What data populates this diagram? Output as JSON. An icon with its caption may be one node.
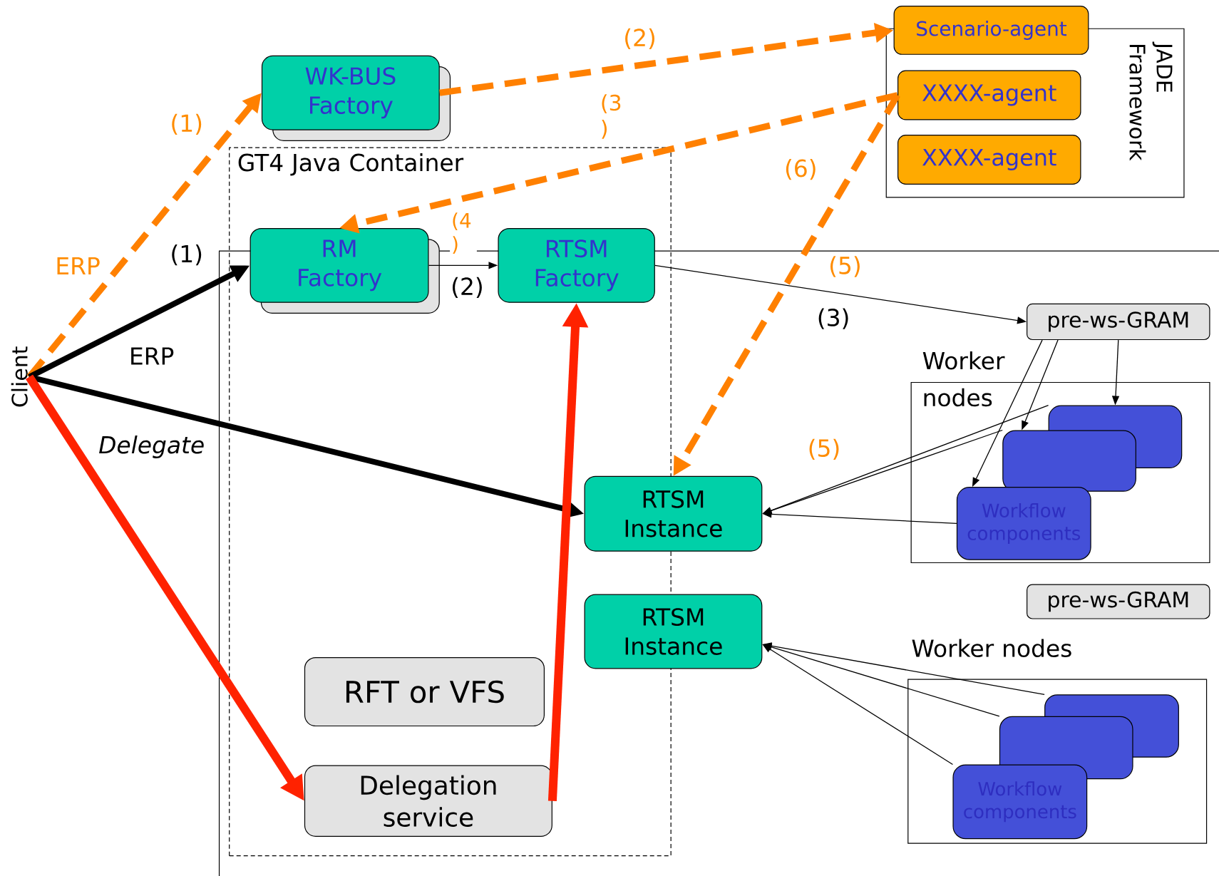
{
  "diagram": {
    "nodes": [
      {
        "text": [
          "Client"
        ]
      },
      {
        "text": [
          "JADE Framework"
        ]
      },
      {
        "text": [
          "Scenario-agent"
        ]
      },
      {
        "text": [
          "XXXX-agent"
        ],
        "in": 1
      },
      {
        "text": [
          "XXXX-agent"
        ],
        "in": 1
      },
      {
        "text": [
          "WK-BUS Factory"
        ]
      },
      {
        "text": [
          "GT4 Java Container"
        ]
      },
      {
        "text": [
          "RM Factory"
        ],
        "in": 6
      },
      {
        "text": [
          "RTSM Factory"
        ],
        "in": 6
      },
      {
        "text": [
          "RTSM Instance"
        ]
      },
      {
        "text": [
          "RTSM Instance"
        ]
      },
      {
        "text": [
          "RFT or VFS"
        ],
        "in": 6
      },
      {
        "text": [
          "Delegation service"
        ],
        "in": 6
      },
      {
        "text": [
          "pre-ws-GRAM"
        ]
      },
      {
        "text": [
          "Worker nodes"
        ]
      },
      {
        "text": [],
        "shape": "box",
        "in": 14
      },
      {
        "text": [],
        "shape": "box",
        "in": 14
      },
      {
        "text": [
          "Workflow components"
        ],
        "in": 14
      },
      {
        "text": [
          "pre-ws-GRAM"
        ]
      },
      {
        "text": [
          "Worker nodes"
        ]
      },
      {
        "text": [],
        "shape": "box",
        "in": 19
      },
      {
        "text": [],
        "shape": "box",
        "in": 19
      },
      {
        "text": [
          "Workflow components"
        ],
        "in": 19
      }
    ],
    "edges": [
      {
        "from": 0,
        "to": 5,
        "arrow": "to",
        "label": "(1)",
        "style": "dashed",
        "color": "#ff8000"
      },
      {
        "from": 5,
        "to": 2,
        "arrow": "to",
        "label": "(2)",
        "style": "dashed",
        "color": "#ff8000"
      },
      {
        "from": 3,
        "to": 7,
        "arrow": "to",
        "label": "(3 )",
        "style": "dashed",
        "color": "#ff8000"
      },
      {
        "from": 0,
        "to": 7,
        "arrow": "to",
        "label": "(1)",
        "style": "thick"
      },
      {
        "from": 7,
        "to": 8,
        "arrow": "to",
        "label": "(2)"
      },
      {
        "from": 8,
        "to": 13,
        "arrow": "to",
        "label": "(3)"
      },
      {
        "from": 3,
        "to": 9,
        "arrow": "to",
        "label": "(6)",
        "style": "dashed",
        "color": "#ff8000"
      },
      {
        "from": 0,
        "to": 9,
        "arrow": "to",
        "style": "thick"
      },
      {
        "from": 0,
        "to": 12,
        "arrow": "to",
        "label": "*Delegate*",
        "style": "thick",
        "color": "#ff2200"
      },
      {
        "from": 12,
        "to": 8,
        "arrow": "to",
        "style": "thick",
        "color": "#ff2200"
      },
      {
        "from": 13,
        "to": 15,
        "arrow": "to"
      },
      {
        "from": 13,
        "to": 16,
        "arrow": "to"
      },
      {
        "from": 13,
        "to": 17,
        "arrow": "to"
      },
      {
        "from": 15,
        "to": 9,
        "arrow": "to"
      },
      {
        "from": 16,
        "to": 9,
        "arrow": "to"
      },
      {
        "from": 17,
        "to": 9,
        "arrow": "to"
      },
      {
        "from": 20,
        "to": 10,
        "arrow": "to"
      },
      {
        "from": 21,
        "to": 10,
        "arrow": "to"
      },
      {
        "from": 22,
        "to": 10,
        "arrow": "to"
      }
    ],
    "labels": [
      "(4 )",
      "ERP",
      "(5)",
      "ERP",
      "(5)"
    ]
  }
}
